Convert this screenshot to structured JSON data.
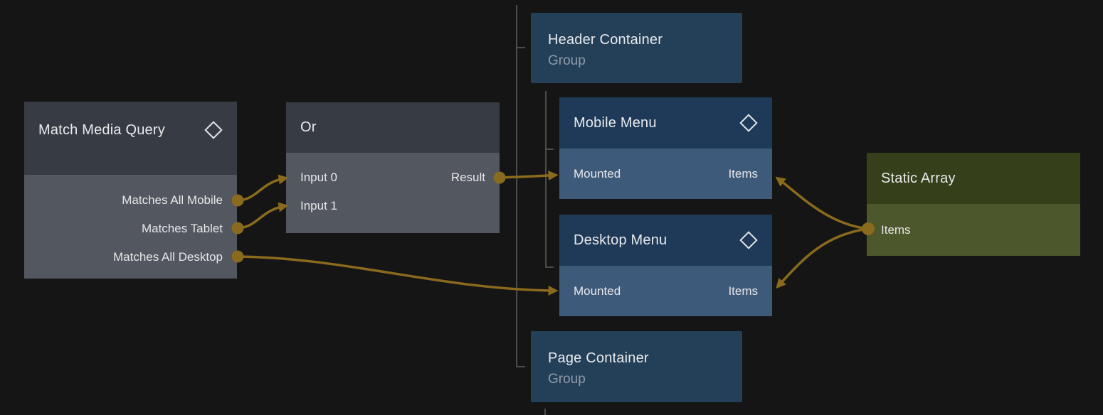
{
  "canvas": {
    "background": "#151515",
    "wire_color": "#8a6b1d",
    "tree_line_color": "#606060"
  },
  "nodes": {
    "match_media_query": {
      "title": "Match Media Query",
      "icon": "diamond",
      "header_color": "#373b44",
      "body_color": "#53575f",
      "outputs": [
        "Matches All Mobile",
        "Matches Tablet",
        "Matches All Desktop"
      ]
    },
    "or_gate": {
      "title": "Or",
      "header_color": "#373b44",
      "body_color": "#53575f",
      "inputs": [
        "Input 0",
        "Input 1"
      ],
      "output": "Result"
    },
    "header_container": {
      "title": "Header Container",
      "subtitle": "Group",
      "color": "#244059"
    },
    "mobile_menu": {
      "title": "Mobile Menu",
      "icon": "diamond",
      "header_color": "#1e3a58",
      "body_color": "#3e5a7a",
      "port_left": "Mounted",
      "port_right": "Items"
    },
    "desktop_menu": {
      "title": "Desktop Menu",
      "icon": "diamond",
      "header_color": "#1e3a58",
      "body_color": "#3e5a7a",
      "port_left": "Mounted",
      "port_right": "Items"
    },
    "page_container": {
      "title": "Page Container",
      "subtitle": "Group",
      "color": "#244059"
    },
    "static_array": {
      "title": "Static Array",
      "header_color": "#35401a",
      "body_color": "#4d572c",
      "output": "Items"
    }
  },
  "connections": [
    {
      "from": "match_media_query.Matches All Mobile",
      "to": "or_gate.Input 0"
    },
    {
      "from": "match_media_query.Matches Tablet",
      "to": "or_gate.Input 1"
    },
    {
      "from": "or_gate.Result",
      "to": "mobile_menu.Mounted"
    },
    {
      "from": "match_media_query.Matches All Desktop",
      "to": "desktop_menu.Mounted"
    },
    {
      "from": "static_array.Items",
      "to": "mobile_menu.Items"
    },
    {
      "from": "static_array.Items",
      "to": "desktop_menu.Items"
    }
  ],
  "hierarchy": {
    "root_children": [
      "header_container",
      "page_container"
    ],
    "header_container_children": [
      "mobile_menu",
      "desktop_menu"
    ]
  }
}
